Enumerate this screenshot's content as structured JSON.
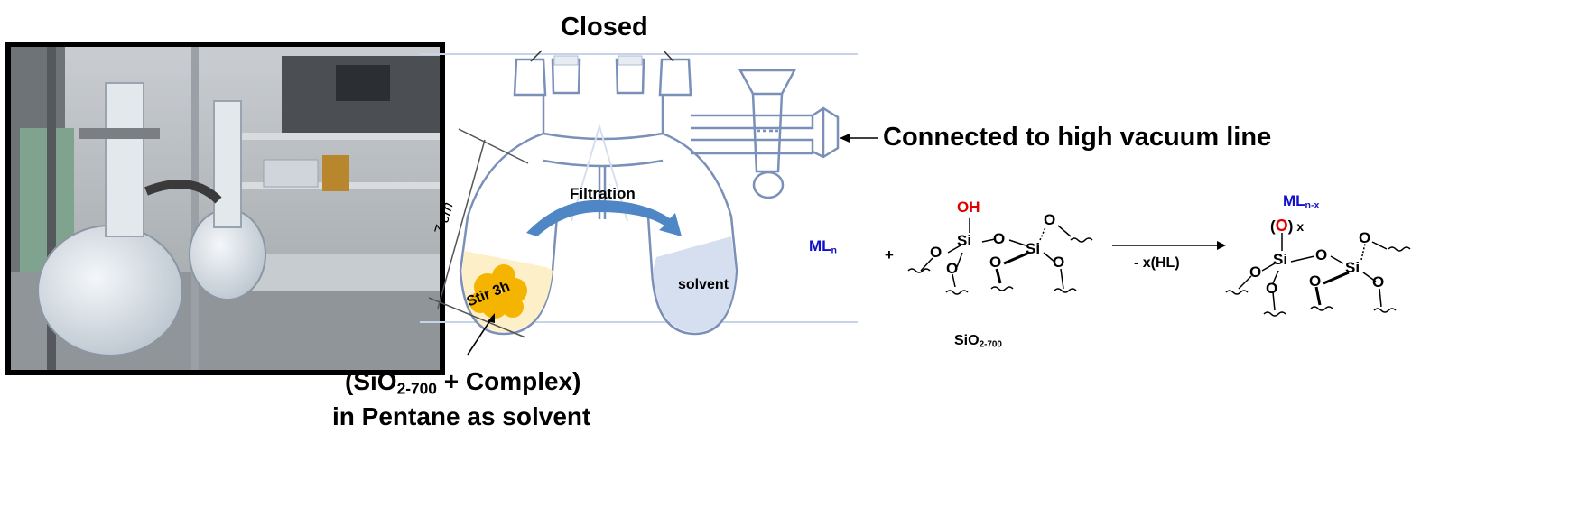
{
  "diagram": {
    "closed_label": "Closed",
    "vacuum_label": "Connected to high vacuum line",
    "filtration_label": "Filtration",
    "solvent_label": "solvent",
    "stir_label": "Stir 3h",
    "dimension_label": "7 cm",
    "mixture_line1_prefix": "(SiO",
    "mixture_line1_sub": "2-700",
    "mixture_line1_suffix": " + Complex)",
    "mixture_line2": "in Pentane as solvent"
  },
  "reaction": {
    "reactant_main": "ML",
    "reactant_sub": "n",
    "plus": "+",
    "oh": "OH",
    "si": "Si",
    "o": "O",
    "support_main": "SiO",
    "support_sub": "2-700",
    "arrow_label": "- x(HL)",
    "product_main": "ML",
    "product_sub": "n-x",
    "product_x": "x",
    "paren_open": "(",
    "paren_close": ")"
  },
  "colors": {
    "glass_outline": "#7a90b8",
    "solvent_fill": "#d6dff0",
    "slurry_fill": "#fdf0c8",
    "solid_fill": "#f4b400",
    "arrow_fill": "#4f86c6",
    "metal_color": "#1010c8",
    "oxygen_color": "#e00000"
  }
}
